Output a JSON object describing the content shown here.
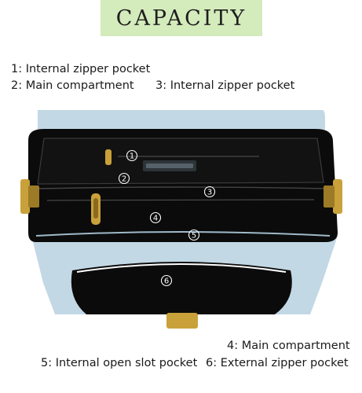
{
  "title": "CAPACITY",
  "captions_top": {
    "line1": "1: Internal zipper pocket",
    "line2_left": "2: Main compartment",
    "line2_right": "3: Internal zipper pocket"
  },
  "captions_bottom": {
    "line1": "4: Main compartment",
    "line2_left": "5: Internal open slot pocket",
    "line2_right": "6: External zipper pocket"
  },
  "markers": [
    "1",
    "2",
    "3",
    "4",
    "5",
    "6"
  ],
  "colors": {
    "title_banner": "#d4ebbc",
    "bag_leather": "#c3d8e5",
    "bag_interior": "#0b0b0b",
    "hardware_gold": "#c9a13a"
  }
}
